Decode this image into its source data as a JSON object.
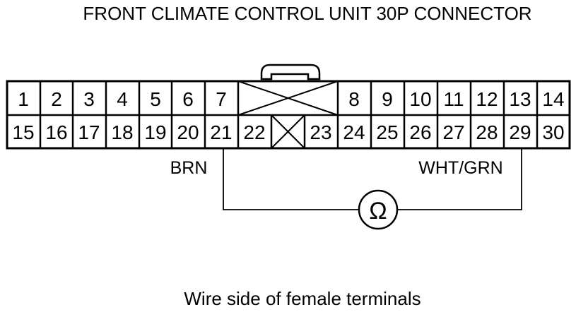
{
  "title": "FRONT CLIMATE CONTROL UNIT 30P CONNECTOR",
  "connector": {
    "top_row": [
      "1",
      "2",
      "3",
      "4",
      "5",
      "6",
      "7",
      "8",
      "9",
      "10",
      "11",
      "12",
      "13",
      "14"
    ],
    "bottom_row": [
      "15",
      "16",
      "17",
      "18",
      "19",
      "20",
      "21",
      "22",
      "23",
      "24",
      "25",
      "26",
      "27",
      "28",
      "29",
      "30"
    ]
  },
  "probes": {
    "left_wire": "BRN",
    "right_wire": "WHT/GRN",
    "meter_symbol": "Ω"
  },
  "caption": "Wire side of female terminals"
}
